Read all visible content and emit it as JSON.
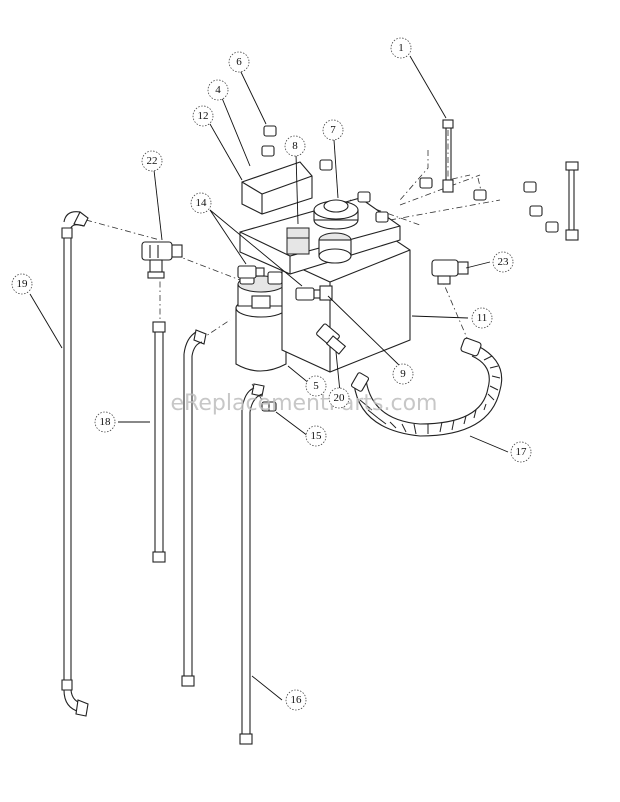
{
  "watermark": "eReplacementParts.com",
  "callouts": [
    {
      "id": "c1",
      "label": "1"
    },
    {
      "id": "c4",
      "label": "4"
    },
    {
      "id": "c5",
      "label": "5"
    },
    {
      "id": "c6",
      "label": "6"
    },
    {
      "id": "c7",
      "label": "7"
    },
    {
      "id": "c8",
      "label": "8"
    },
    {
      "id": "c9",
      "label": "9"
    },
    {
      "id": "c11",
      "label": "11"
    },
    {
      "id": "c12",
      "label": "12"
    },
    {
      "id": "c14",
      "label": "14"
    },
    {
      "id": "c15",
      "label": "15"
    },
    {
      "id": "c16",
      "label": "16"
    },
    {
      "id": "c17",
      "label": "17"
    },
    {
      "id": "c18",
      "label": "18"
    },
    {
      "id": "c19",
      "label": "19"
    },
    {
      "id": "c20",
      "label": "20"
    },
    {
      "id": "c22",
      "label": "22"
    },
    {
      "id": "c23",
      "label": "23"
    }
  ]
}
